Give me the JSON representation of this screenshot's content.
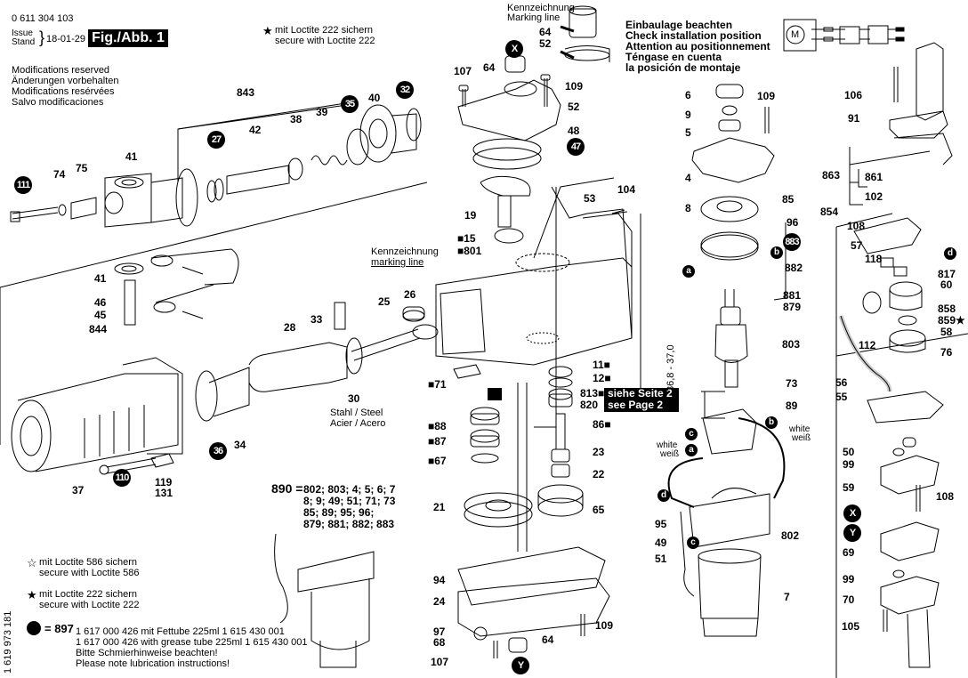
{
  "header": {
    "doc_number": "0 611 304 103",
    "issue_label": "Issue",
    "stand_label": "Stand",
    "issue_date": "18-01-29",
    "figure_label": "Fig./Abb. 1",
    "modifications": [
      "Modifications reserved",
      "Änderungen vorbehalten",
      "Modifications resérvées",
      "Salvo modificaciones"
    ]
  },
  "notes": {
    "loctite222_top": {
      "symbol": "★",
      "line1": "mit Loctite 222 sichern",
      "line2": "secure with Loctite 222"
    },
    "loctite586": {
      "symbol": "☆",
      "line1": "mit Loctite 586 sichern",
      "line2": "secure with Loctite 586"
    },
    "loctite222_bottom": {
      "symbol": "★",
      "line1": "mit Loctite 222 sichern",
      "line2": "secure with Loctite 222"
    },
    "grease": {
      "equals": "= 897",
      "lines": [
        "1 617 000 426 mit Fettube 225ml 1 615 430 001",
        "1 617 000 426 with grease tube 225ml 1 615 430 001",
        "Bitte Schmierhinweise beachten!",
        "Please note lubrication instructions!"
      ]
    },
    "side_code": "1 619 973 181",
    "installation": {
      "marking_de": "Kennzeichnung",
      "marking_en": "Marking line",
      "lines": [
        "Einbaulage beachten",
        "Check installation position",
        "Attention au positionnement",
        "Téngase en cuenta",
        "la posición de montaje"
      ]
    },
    "marking_mid": {
      "line1": "Kennzeichnung",
      "line2": "marking line"
    },
    "see_page": {
      "line1": "siehe Seite 2",
      "line2": "see Page 2"
    },
    "material": {
      "line1": "Stahl / Steel",
      "line2": "Acier / Acero"
    },
    "dimension": "36,8 - 37,0",
    "wire_white_1": {
      "line1": "white",
      "line2": "weiß"
    },
    "wire_white_2": {
      "line1": "white",
      "line2": "weiß"
    },
    "set890": {
      "head": "890 =",
      "lines": [
        "802; 803; 4; 5; 6; 7",
        "8; 9; 49; 51; 71; 73",
        "85; 89; 95; 96;",
        "879; 881; 882; 883"
      ]
    }
  },
  "circuit": {
    "motor_label": "M"
  },
  "callouts": {
    "p843": "843",
    "p41a": "41",
    "p42": "42",
    "p38": "38",
    "p39": "39",
    "p40": "40",
    "p74": "74",
    "p75": "75",
    "p41b": "41",
    "p46": "46",
    "p45": "45",
    "p844": "844",
    "p33": "33",
    "p25": "25",
    "p26": "26",
    "p28": "28",
    "p30": "30",
    "p34": "34",
    "p37": "37",
    "p119": "119",
    "p131": "131",
    "p107a": "107",
    "p64a": "64",
    "p109a": "109",
    "p52a": "52",
    "p48": "48",
    "p19": "19",
    "p15": "■15",
    "p801": "■801",
    "p53": "53",
    "p104": "104",
    "p71": "■71",
    "p11": "11■",
    "p12": "12■",
    "p813": "813■",
    "p820": "820",
    "p86": "86■",
    "p88": "■88",
    "p87": "■87",
    "p67": "■67",
    "p23": "23",
    "p22": "22",
    "p21": "21",
    "p65": "65",
    "p94": "94",
    "p24": "24",
    "p97": "97",
    "p68": "68",
    "p107b": "107",
    "p64b": "64",
    "p109b": "109",
    "p64c": "64",
    "p52c": "52",
    "p6": "6",
    "p9": "9",
    "p5": "5",
    "p109c": "109",
    "p4": "4",
    "p8": "8",
    "p85": "85",
    "p96": "96",
    "p882": "882",
    "p881": "881",
    "p879": "879",
    "p803": "803",
    "p73": "73",
    "p89": "89",
    "p95": "95",
    "p49": "49",
    "p51": "51",
    "p802": "802",
    "p7": "7",
    "p106": "106",
    "p91": "91",
    "p863": "863",
    "p861": "861",
    "p102": "102",
    "p854": "854",
    "p108a": "108",
    "p57": "57",
    "p118": "118",
    "p817": "817",
    "p60": "60",
    "p858": "858",
    "p859": "859★",
    "p58": "58",
    "p112": "112",
    "p76": "76",
    "p56": "56",
    "p55": "55",
    "p50": "50",
    "p99a": "99",
    "p59": "59",
    "p108b": "108",
    "p69": "69",
    "p99b": "99",
    "p70": "70",
    "p105": "105"
  },
  "badges": {
    "b111": "111",
    "b27": "27",
    "b35": "35",
    "b32": "32",
    "b36": "36",
    "b110": "110",
    "b47": "47",
    "b883": "883",
    "bX1": "X",
    "bY1": "Y",
    "bX2": "X",
    "bY2": "Y",
    "ba1": "a",
    "bb1": "b",
    "bb2": "b",
    "bc1": "c",
    "ba2": "a",
    "bd1": "d",
    "bc2": "c",
    "bd2": "d"
  }
}
